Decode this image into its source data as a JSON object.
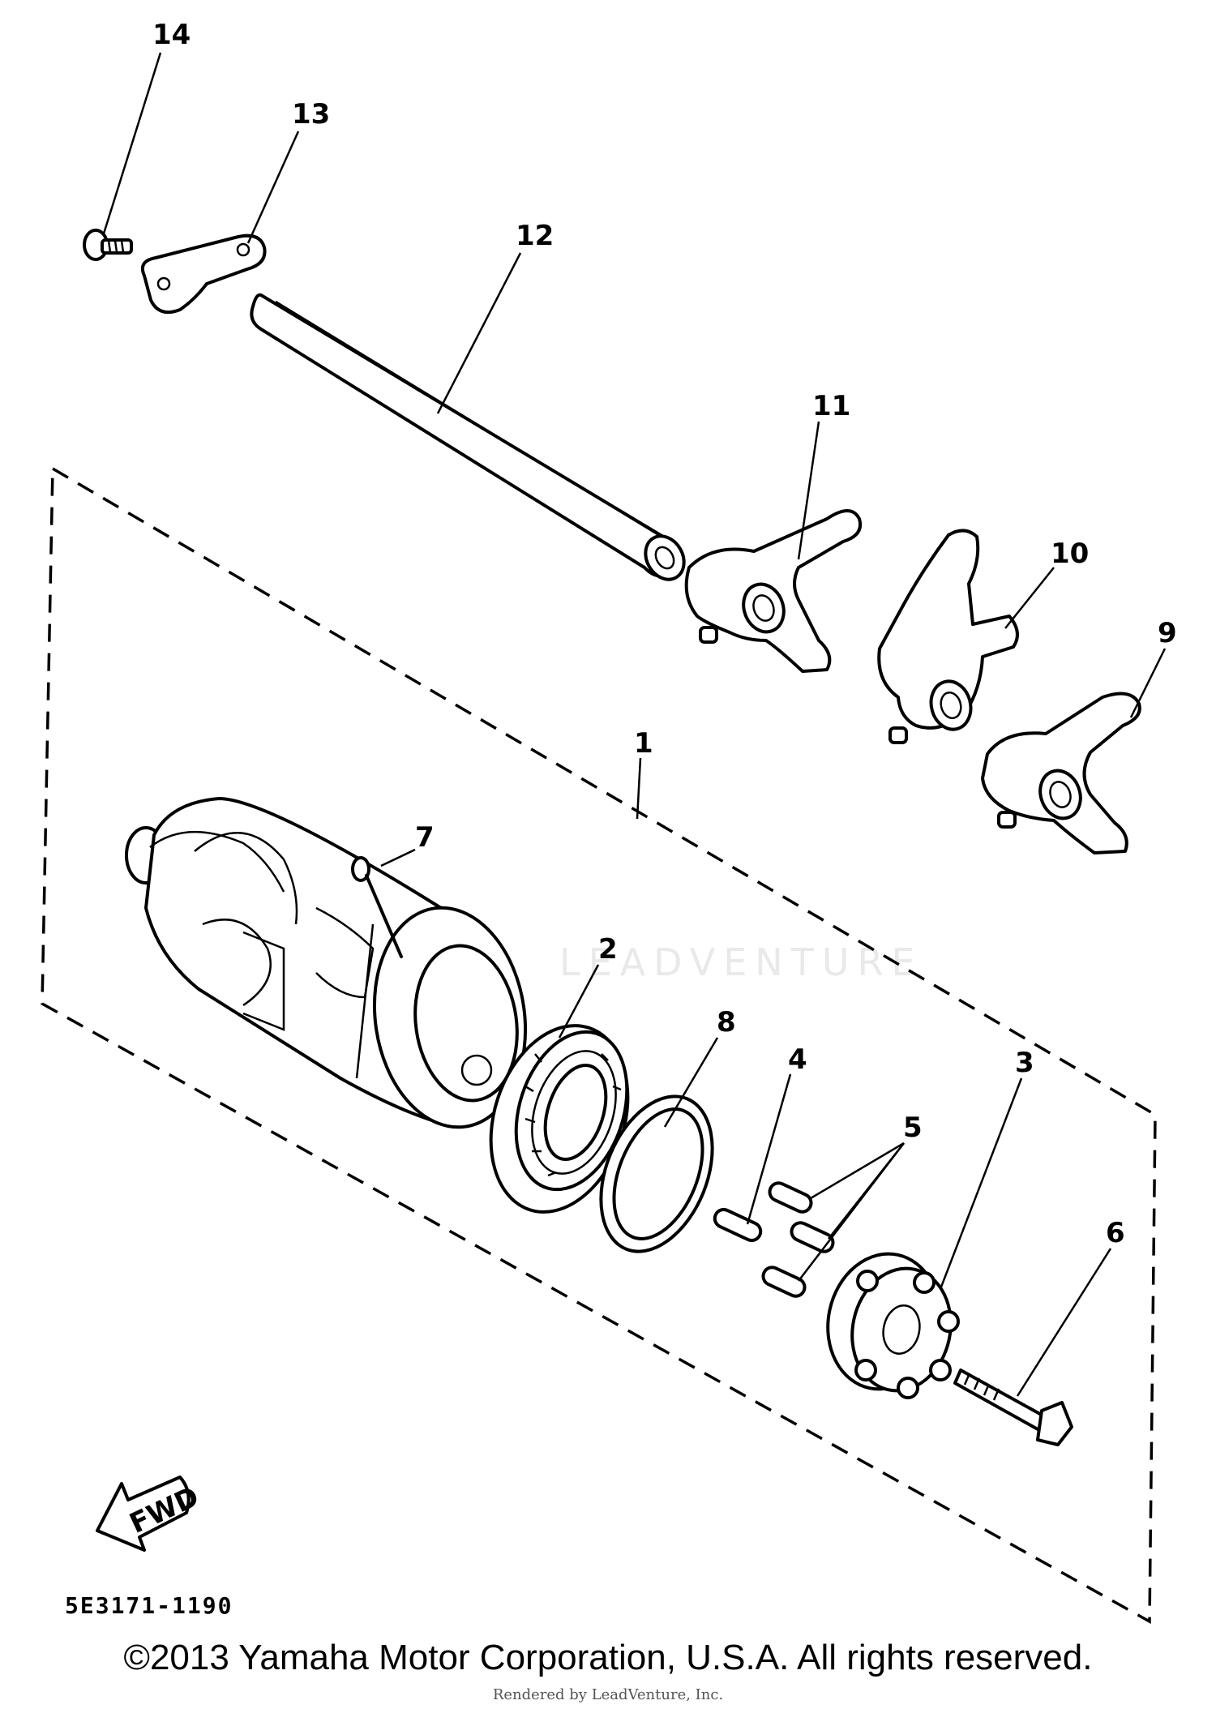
{
  "callouts": {
    "c1": "1",
    "c2": "2",
    "c3": "3",
    "c4": "4",
    "c5": "5",
    "c6": "6",
    "c7": "7",
    "c8": "8",
    "c9": "9",
    "c10": "10",
    "c11": "11",
    "c12": "12",
    "c13": "13",
    "c14": "14"
  },
  "fwd_label": "FWD",
  "part_code": "5E3171-1190",
  "watermark": "LEADVENTURE",
  "copyright": "©2013 Yamaha Motor Corporation, U.S.A. All rights reserved.",
  "rendered_by": "Rendered by LeadVenture, Inc."
}
